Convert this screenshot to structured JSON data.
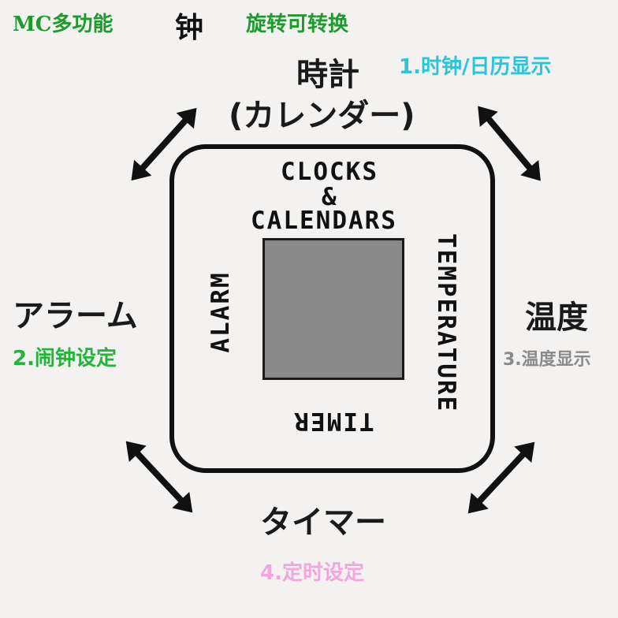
{
  "header": {
    "left_text": "MC多功能",
    "center_char": "钟",
    "right_text": "旋转可转换"
  },
  "modes": {
    "top": {
      "jp_line1": "時計",
      "jp_line2": "(カレンダー)",
      "cn": "1.时钟/日历显示",
      "cn_color": "#2bc4d8"
    },
    "left": {
      "jp": "アラーム",
      "cn": "2.闹钟设定",
      "cn_color": "#22b53a"
    },
    "right": {
      "jp": "温度",
      "cn": "3.温度显示",
      "cn_color": "#8b8b8b"
    },
    "bottom": {
      "jp": "タイマー",
      "cn": "4.定时设定",
      "cn_color": "#f3a6dd"
    }
  },
  "device": {
    "top_label_1": "CLOCKS",
    "top_label_2": "&",
    "top_label_3": "CALENDARS",
    "left_label": "ALARM",
    "right_label": "TEMPERATURE",
    "bottom_label": "TIMER"
  },
  "icons": {
    "arrows": [
      "double-arrow-icon",
      "double-arrow-icon",
      "double-arrow-icon",
      "double-arrow-icon"
    ]
  }
}
